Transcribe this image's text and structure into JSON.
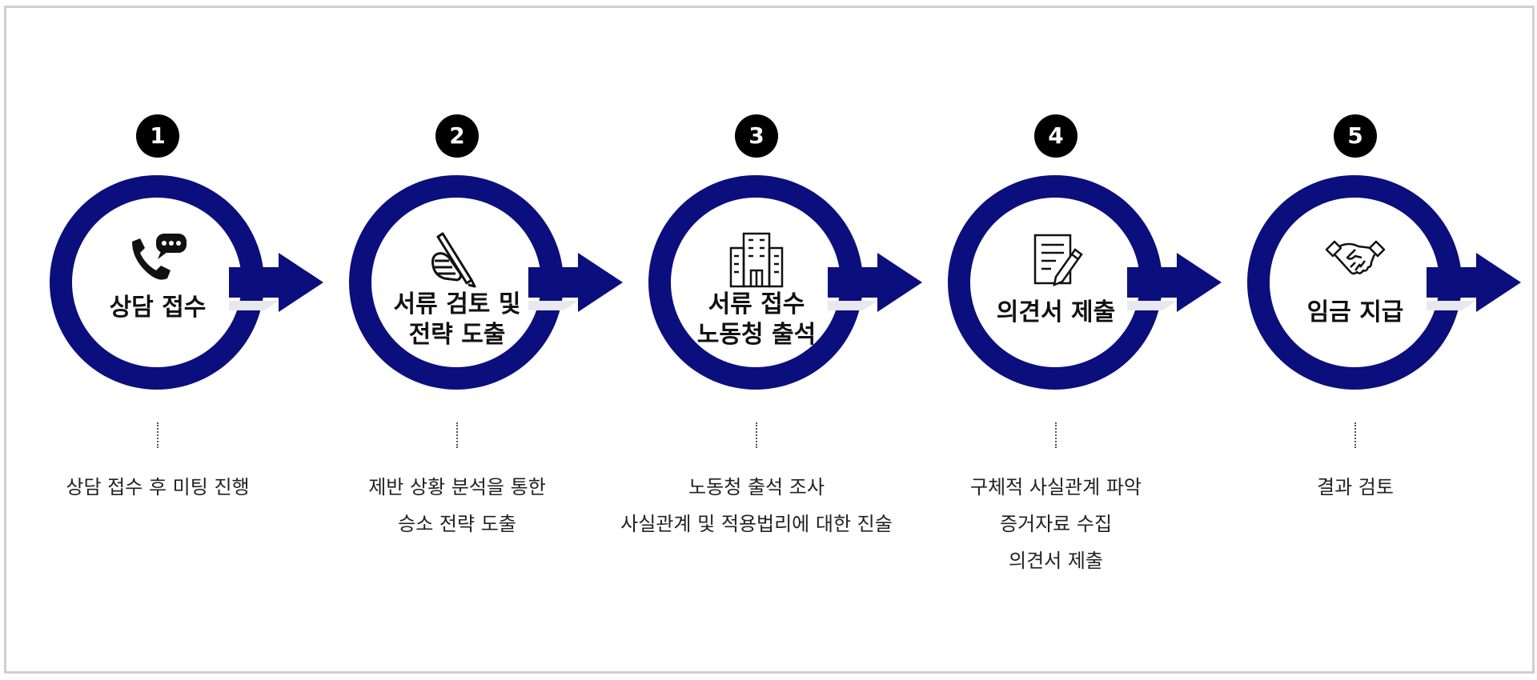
{
  "colors": {
    "ring": "#0a0f7d",
    "badge": "#000000",
    "text": "#111111"
  },
  "steps": [
    {
      "number": "1",
      "icon": "phone-chat-icon",
      "title": [
        "상담 접수"
      ],
      "desc": [
        "상담 접수 후 미팅 진행"
      ]
    },
    {
      "number": "2",
      "icon": "hand-pen-icon",
      "title": [
        "서류 검토 및",
        "전략 도출"
      ],
      "desc": [
        "제반 상황 분석을 통한",
        "승소 전략 도출"
      ]
    },
    {
      "number": "3",
      "icon": "building-icon",
      "title": [
        "서류 접수",
        "노동청 출석"
      ],
      "desc": [
        "노동청 출석 조사",
        "사실관계 및 적용법리에 대한 진술"
      ]
    },
    {
      "number": "4",
      "icon": "document-pen-icon",
      "title": [
        "의견서 제출"
      ],
      "desc": [
        "구체적 사실관계 파악",
        "증거자료 수집",
        "의견서 제출"
      ]
    },
    {
      "number": "5",
      "icon": "handshake-icon",
      "title": [
        "임금 지급"
      ],
      "desc": [
        "결과 검토"
      ]
    }
  ]
}
